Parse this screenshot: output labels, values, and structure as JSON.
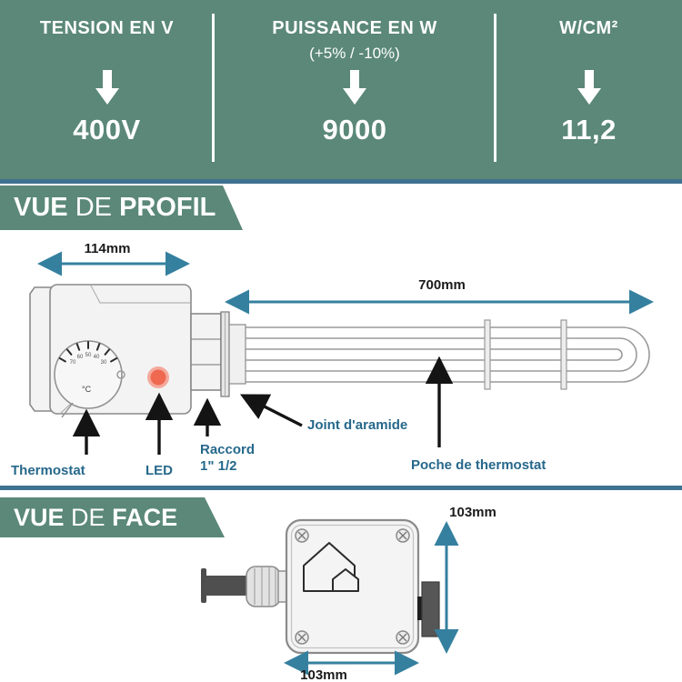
{
  "header": {
    "columns": [
      {
        "title": "TENSION EN V",
        "subtitle": "",
        "value": "400V"
      },
      {
        "title": "PUISSANCE EN W",
        "subtitle": "(+5% / -10%)",
        "value": "9000"
      },
      {
        "title": "W/CM²",
        "subtitle": "",
        "value": "11,2"
      }
    ]
  },
  "profile": {
    "banner": {
      "word1": "VUE",
      "word2": "DE",
      "word3": "PROFIL"
    },
    "dim_width": "114mm",
    "dim_length": "700mm",
    "labels": {
      "thermostat": "Thermostat",
      "led": "LED",
      "raccord_line1": "Raccord",
      "raccord_line2": "1\" 1/2",
      "joint": "Joint d'aramide",
      "poche": "Poche de thermostat"
    },
    "dial": {
      "unit": "°C",
      "numbers": [
        "70",
        "60",
        "50",
        "40",
        "30"
      ]
    }
  },
  "face": {
    "banner": {
      "word1": "VUE",
      "word2": "DE",
      "word3": "FACE"
    },
    "dim_height": "103mm",
    "dim_width": "103mm"
  },
  "colors": {
    "header_green": "#5b8878",
    "divider_blue": "#3f7191",
    "dimension_teal": "#35809f",
    "label_blue": "#26688b",
    "led_orange": "#ee6950",
    "led_ring": "#f4a99c"
  }
}
